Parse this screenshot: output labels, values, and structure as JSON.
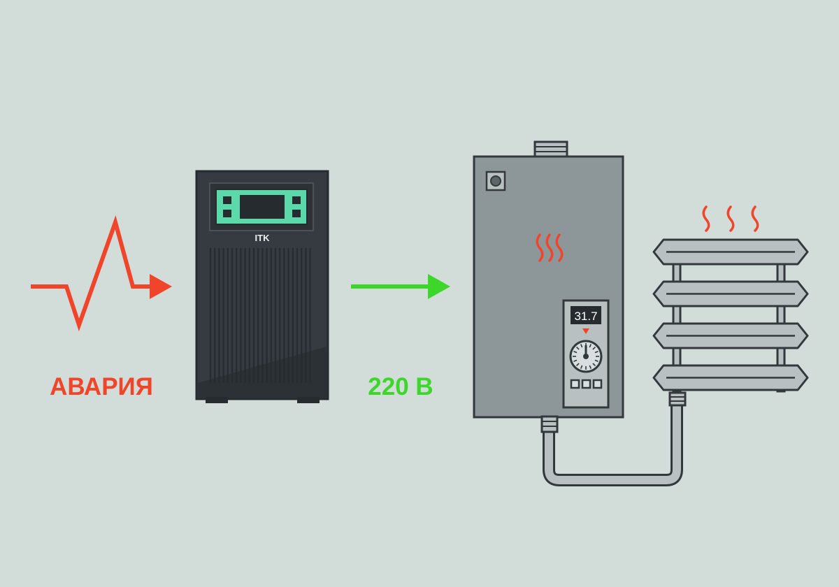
{
  "labels": {
    "outage": "АВАРИЯ",
    "output_voltage": "220 В"
  },
  "ups": {
    "brand": "ITK"
  },
  "boiler": {
    "temperature_display": "31.7"
  },
  "colors": {
    "background": "#d2dcd8",
    "outage_red": "#f0452b",
    "voltage_green": "#3dd62a",
    "ups_body": "#353b40",
    "ups_panel_accent": "#5cd9ab",
    "boiler_body": "#8d9699",
    "outline": "#31393d",
    "heat_wave": "#f0452b",
    "radiator": "#b9c0c1"
  },
  "icons": [
    "power-outage-pulse-icon",
    "voltage-arrow-icon",
    "heat-waves-icon"
  ]
}
